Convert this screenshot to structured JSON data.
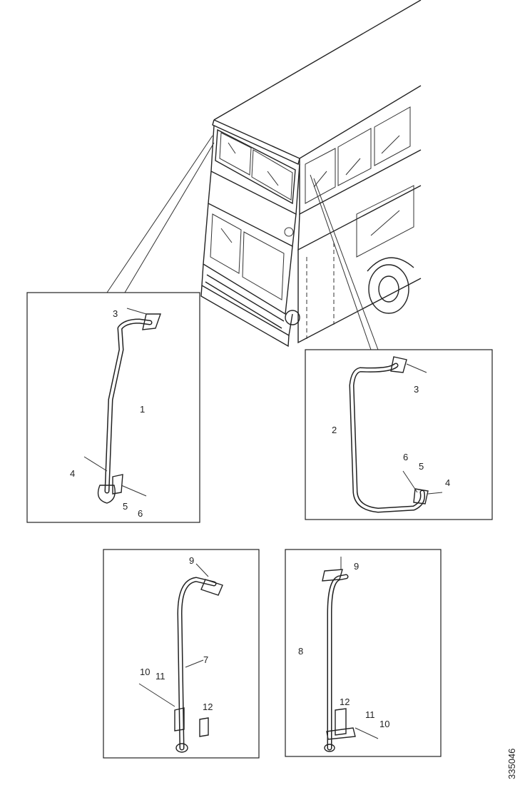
{
  "callouts": {
    "tl": {
      "c3": "3",
      "c1": "1",
      "c4": "4",
      "c5": "5",
      "c6": "6"
    },
    "tr": {
      "c3": "3",
      "c2": "2",
      "c6": "6",
      "c5": "5",
      "c4": "4"
    },
    "bl": {
      "c9": "9",
      "c7": "7",
      "c10": "10",
      "c11": "11",
      "c12": "12"
    },
    "br": {
      "c9": "9",
      "c8": "8",
      "c12": "12",
      "c11": "11",
      "c10": "10"
    }
  },
  "reference_code": "335046"
}
